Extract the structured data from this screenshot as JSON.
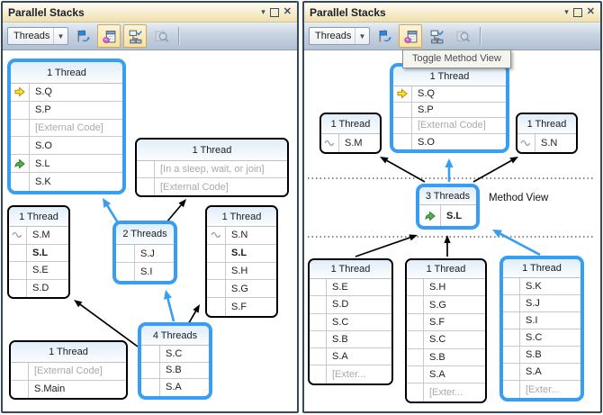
{
  "colors": {
    "highlight_blue": "#379ef2",
    "arrow_black": "#000000",
    "panel_border": "#35495e"
  },
  "window": {
    "menu_glyph": "▾",
    "close_glyph": "✕"
  },
  "panels": [
    {
      "title": "Parallel Stacks",
      "toolbar": {
        "combo_label": "Threads",
        "buttons": [
          {
            "name": "show-flagged-button",
            "toggled": false,
            "disabled": false
          },
          {
            "name": "method-view-button",
            "toggled": true,
            "disabled": false
          },
          {
            "name": "autoscroll-button",
            "toggled": true,
            "disabled": false
          },
          {
            "name": "zoom-control-button",
            "toggled": false,
            "disabled": true
          }
        ]
      },
      "boxes": [
        {
          "header": "1 Thread",
          "highlighted": true,
          "rows": [
            {
              "icon": "yellow-arrow",
              "text": "S.Q"
            },
            {
              "text": "S.P"
            },
            {
              "text": "[External Code]",
              "gray": true
            },
            {
              "text": "S.O"
            },
            {
              "icon": "green-arrow",
              "text": "S.L"
            },
            {
              "text": "S.K"
            }
          ]
        },
        {
          "header": "1 Thread",
          "highlighted": false,
          "rows": [
            {
              "text": "[In a sleep, wait, or join]",
              "gray": true
            },
            {
              "text": "[External Code]",
              "gray": true
            }
          ]
        },
        {
          "header": "1 Thread",
          "highlighted": false,
          "rows": [
            {
              "icon": "wave",
              "text": "S.M"
            },
            {
              "text": "S.L",
              "bold": true
            },
            {
              "text": "S.E"
            },
            {
              "text": "S.D"
            }
          ]
        },
        {
          "header": "2 Threads",
          "highlighted": true,
          "rows": [
            {
              "text": "S.J"
            },
            {
              "text": "S.I"
            }
          ]
        },
        {
          "header": "1 Thread",
          "highlighted": false,
          "rows": [
            {
              "icon": "wave",
              "text": "S.N"
            },
            {
              "text": "S.L",
              "bold": true
            },
            {
              "text": "S.H"
            },
            {
              "text": "S.G"
            },
            {
              "text": "S.F"
            }
          ]
        },
        {
          "header": "4 Threads",
          "highlighted": true,
          "rows": [
            {
              "text": "S.C"
            },
            {
              "text": "S.B"
            },
            {
              "text": "S.A"
            }
          ]
        },
        {
          "header": "1 Thread",
          "highlighted": false,
          "rows": [
            {
              "text": "[External Code]",
              "gray": true
            },
            {
              "text": "S.Main"
            }
          ]
        }
      ]
    },
    {
      "title": "Parallel Stacks",
      "tooltip": "Toggle Method View",
      "method_view_label": "Method View",
      "toolbar": {
        "combo_label": "Threads",
        "buttons": [
          {
            "name": "show-flagged-button",
            "toggled": false,
            "disabled": false
          },
          {
            "name": "method-view-button",
            "toggled": true,
            "disabled": false
          },
          {
            "name": "autoscroll-button",
            "toggled": false,
            "disabled": false
          },
          {
            "name": "zoom-control-button",
            "toggled": false,
            "disabled": true
          }
        ]
      },
      "boxes": [
        {
          "header": "1 Thread",
          "highlighted": true,
          "rows": [
            {
              "icon": "yellow-arrow",
              "text": "S.Q"
            },
            {
              "text": "S.P"
            },
            {
              "text": "[External Code]",
              "gray": true
            },
            {
              "text": "S.O"
            }
          ]
        },
        {
          "header": "1 Thread",
          "highlighted": false,
          "rows": [
            {
              "icon": "wave",
              "text": "S.M"
            }
          ]
        },
        {
          "header": "1 Thread",
          "highlighted": false,
          "rows": [
            {
              "icon": "wave",
              "text": "S.N"
            }
          ]
        },
        {
          "header": "3 Threads",
          "highlighted": true,
          "rows": [
            {
              "icon": "green-arrow",
              "text": "S.L",
              "bold": true
            }
          ]
        },
        {
          "header": "1 Thread",
          "highlighted": false,
          "rows": [
            {
              "text": "S.E"
            },
            {
              "text": "S.D"
            },
            {
              "text": "S.C"
            },
            {
              "text": "S.B"
            },
            {
              "text": "S.A"
            },
            {
              "text": "[Exter...",
              "gray": true
            }
          ]
        },
        {
          "header": "1 Thread",
          "highlighted": false,
          "rows": [
            {
              "text": "S.H"
            },
            {
              "text": "S.G"
            },
            {
              "text": "S.F"
            },
            {
              "text": "S.C"
            },
            {
              "text": "S.B"
            },
            {
              "text": "S.A"
            },
            {
              "text": "[Exter...",
              "gray": true
            }
          ]
        },
        {
          "header": "1 Thread",
          "highlighted": true,
          "rows": [
            {
              "text": "S.K"
            },
            {
              "text": "S.J"
            },
            {
              "text": "S.I"
            },
            {
              "text": "S.C"
            },
            {
              "text": "S.B"
            },
            {
              "text": "S.A"
            },
            {
              "text": "[Exter...",
              "gray": true
            }
          ]
        }
      ]
    }
  ]
}
